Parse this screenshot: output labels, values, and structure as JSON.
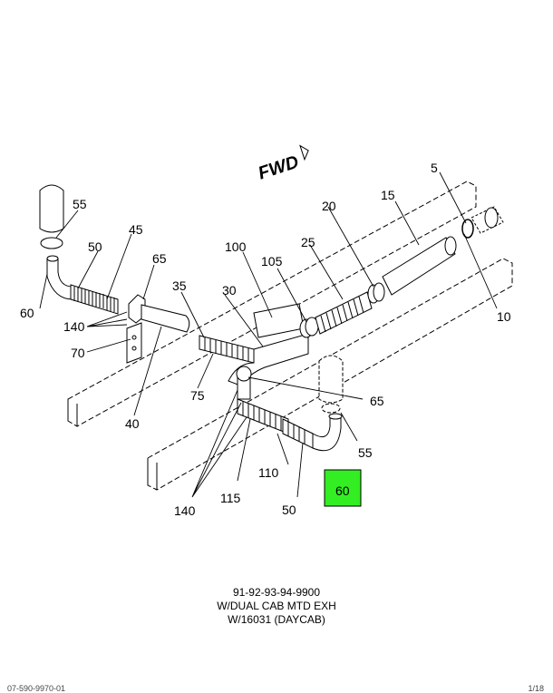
{
  "diagram": {
    "direction_label": "FWD",
    "callouts": [
      "5",
      "10",
      "15",
      "20",
      "25",
      "30",
      "35",
      "40",
      "45",
      "50",
      "55",
      "60",
      "65",
      "70",
      "75",
      "100",
      "105",
      "110",
      "115",
      "140"
    ],
    "highlight": {
      "label": "60",
      "color": "#33ee22"
    }
  },
  "caption": {
    "line1": "91-92-93-94-9900",
    "line2": "W/DUAL CAB MTD EXH",
    "line3": "W/16031 (DAYCAB)"
  },
  "footer": {
    "left": "07-590-9970-01",
    "right": "1/18"
  }
}
